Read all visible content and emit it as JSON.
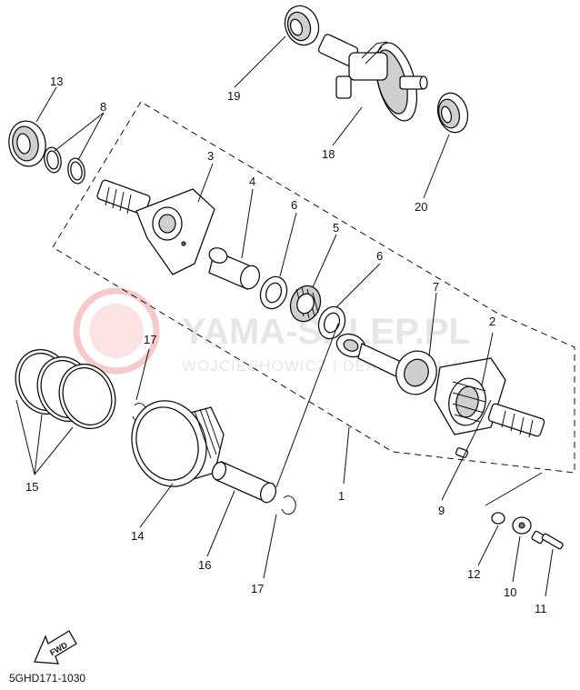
{
  "watermark": {
    "brand": "YAMA-SKLEP.PL",
    "tagline": "WOJCIECHOWICZ | DEALER YAMAHA"
  },
  "diagram_code": "5GHD171-1030",
  "fwd_label": "FWD",
  "parts": {
    "p1": "1",
    "p2": "2",
    "p3": "3",
    "p4": "4",
    "p5": "5",
    "p6a": "6",
    "p6b": "6",
    "p7": "7",
    "p8": "8",
    "p9": "9",
    "p10": "10",
    "p11": "11",
    "p12": "12",
    "p13": "13",
    "p14": "14",
    "p15": "15",
    "p16": "16",
    "p17a": "17",
    "p17b": "17",
    "p18": "18",
    "p19": "19",
    "p20": "20"
  }
}
